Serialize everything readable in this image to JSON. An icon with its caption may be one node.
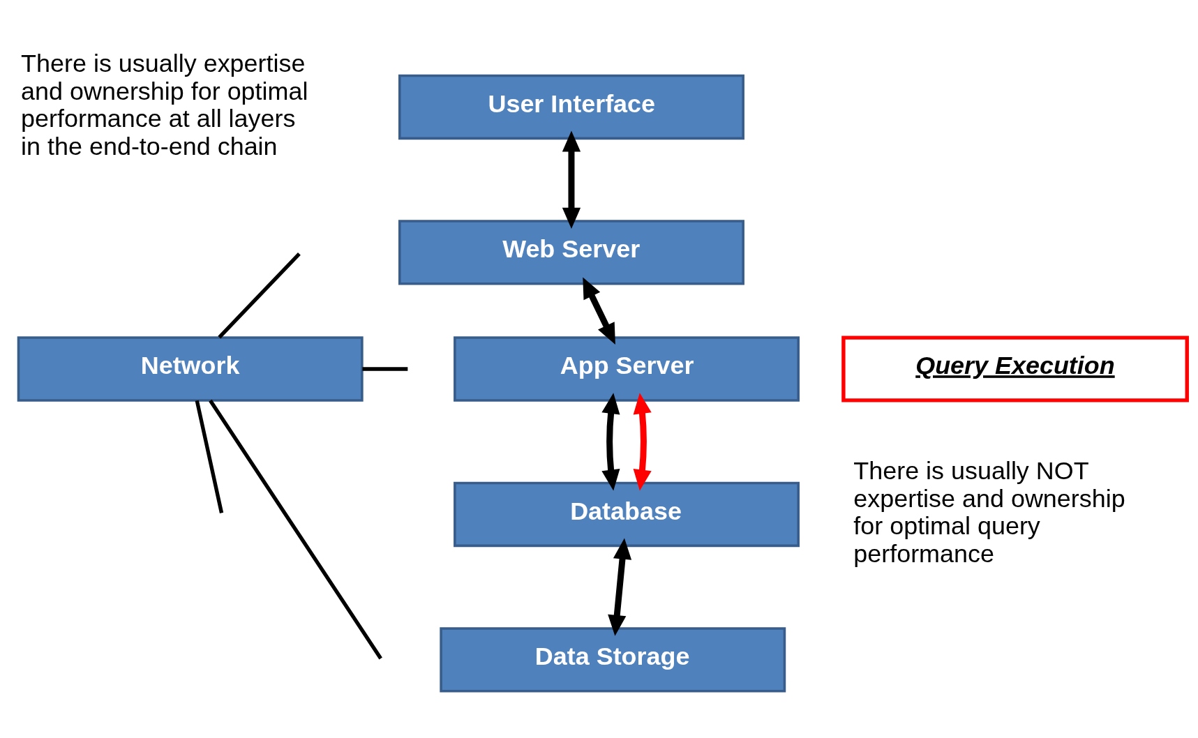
{
  "diagram": {
    "nodes": [
      {
        "text": [
          "User Interface"
        ]
      },
      {
        "text": [
          "Web Server"
        ]
      },
      {
        "text": [
          "Network"
        ]
      },
      {
        "text": [
          "App Server"
        ]
      },
      {
        "text": [
          "Query Execution"
        ]
      },
      {
        "text": [
          "Database"
        ]
      },
      {
        "text": [
          "Data Storage"
        ]
      }
    ],
    "edges": [
      {
        "from": 0,
        "to": 1,
        "arrow": "both"
      },
      {
        "from": 1,
        "to": 3,
        "arrow": "both"
      },
      {
        "from": 3,
        "to": 5,
        "arrow": "both"
      },
      {
        "from": 3,
        "to": 5,
        "arrow": "both",
        "color": "#ff0000"
      },
      {
        "from": 5,
        "to": 6,
        "arrow": "both"
      },
      {
        "from": 2,
        "to": null,
        "arrow": "none"
      },
      {
        "from": 2,
        "to": null,
        "arrow": "none"
      },
      {
        "from": 2,
        "to": null,
        "arrow": "none"
      },
      {
        "from": 2,
        "to": null,
        "arrow": "none"
      }
    ],
    "labels": [
      "There is usually expertise and ownership for optimal performance at all layers in the end-to-end chain",
      "There is usually NOT expertise and ownership for optimal query performance"
    ]
  }
}
